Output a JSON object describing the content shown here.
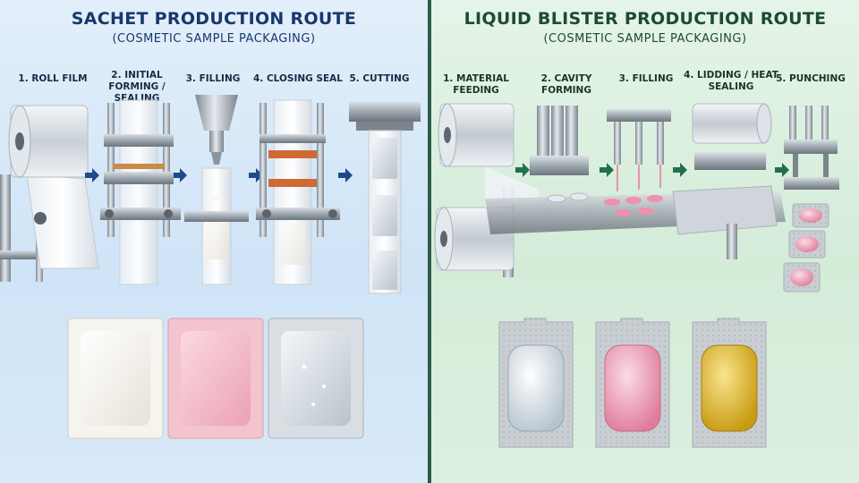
{
  "sachet": {
    "title": "SACHET PRODUCTION ROUTE",
    "subtitle": "(COSMETIC SAMPLE PACKAGING)",
    "steps": [
      "1. ROLL FILM",
      "2. INITIAL FORMING / SEALING",
      "3. FILLING",
      "4. CLOSING SEAL",
      "5. CUTTING"
    ]
  },
  "blister": {
    "title": "LIQUID BLISTER PRODUCTION ROUTE",
    "subtitle": "(COSMETIC SAMPLE PACKAGING)",
    "steps": [
      "1. MATERIAL FEEDING",
      "2. CAVITY FORMING",
      "3. FILLING",
      "4. LIDDING / HEAT SEALING",
      "5. PUNCHING"
    ]
  },
  "colors": {
    "left_bg": "#d6e8f8",
    "right_bg": "#d8eedc",
    "divider": "#2e5c49",
    "arrow": "#1f4a8a",
    "arrow_green": "#22704a",
    "steel": "#9aa3ad",
    "cream": "#f5f1ea",
    "pink": "#f1b3c2",
    "clear": "#dfe7ee",
    "gold": "#d9b12b"
  }
}
